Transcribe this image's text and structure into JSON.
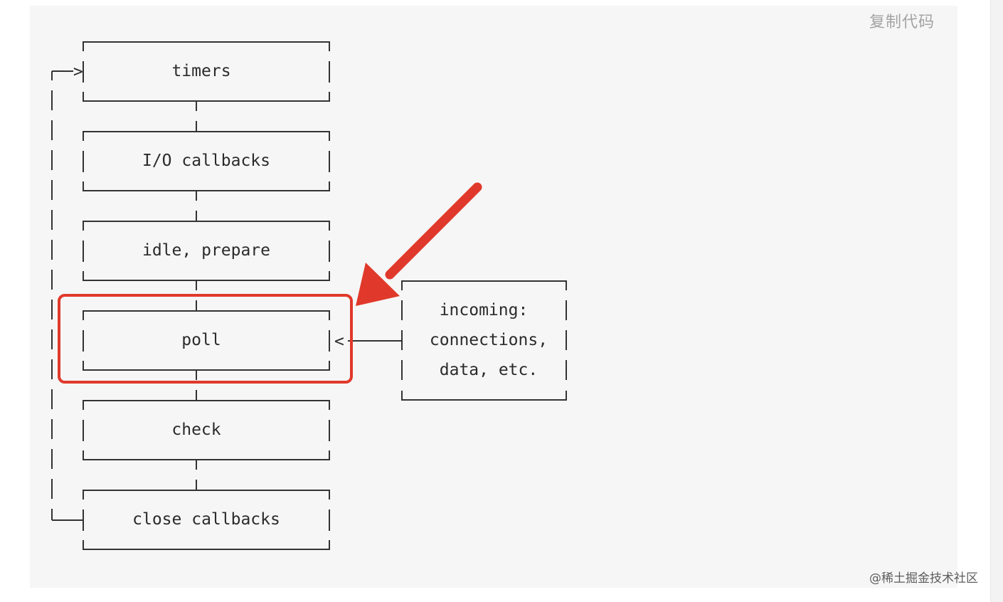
{
  "copy_button": {
    "label": "复制代码"
  },
  "diagram": {
    "phases": [
      {
        "label": "timers"
      },
      {
        "label": "I/O callbacks"
      },
      {
        "label": "idle, prepare"
      },
      {
        "label": "poll"
      },
      {
        "label": "check"
      },
      {
        "label": "close callbacks"
      }
    ],
    "incoming_box": {
      "lines": [
        "incoming:",
        "connections,",
        "data, etc."
      ]
    },
    "loop_arrow_glyph": "─>",
    "incoming_arrow_glyph": "<"
  },
  "highlight": {
    "color": "#e0392b"
  },
  "watermark": {
    "text": "@稀土掘金技术社区"
  }
}
